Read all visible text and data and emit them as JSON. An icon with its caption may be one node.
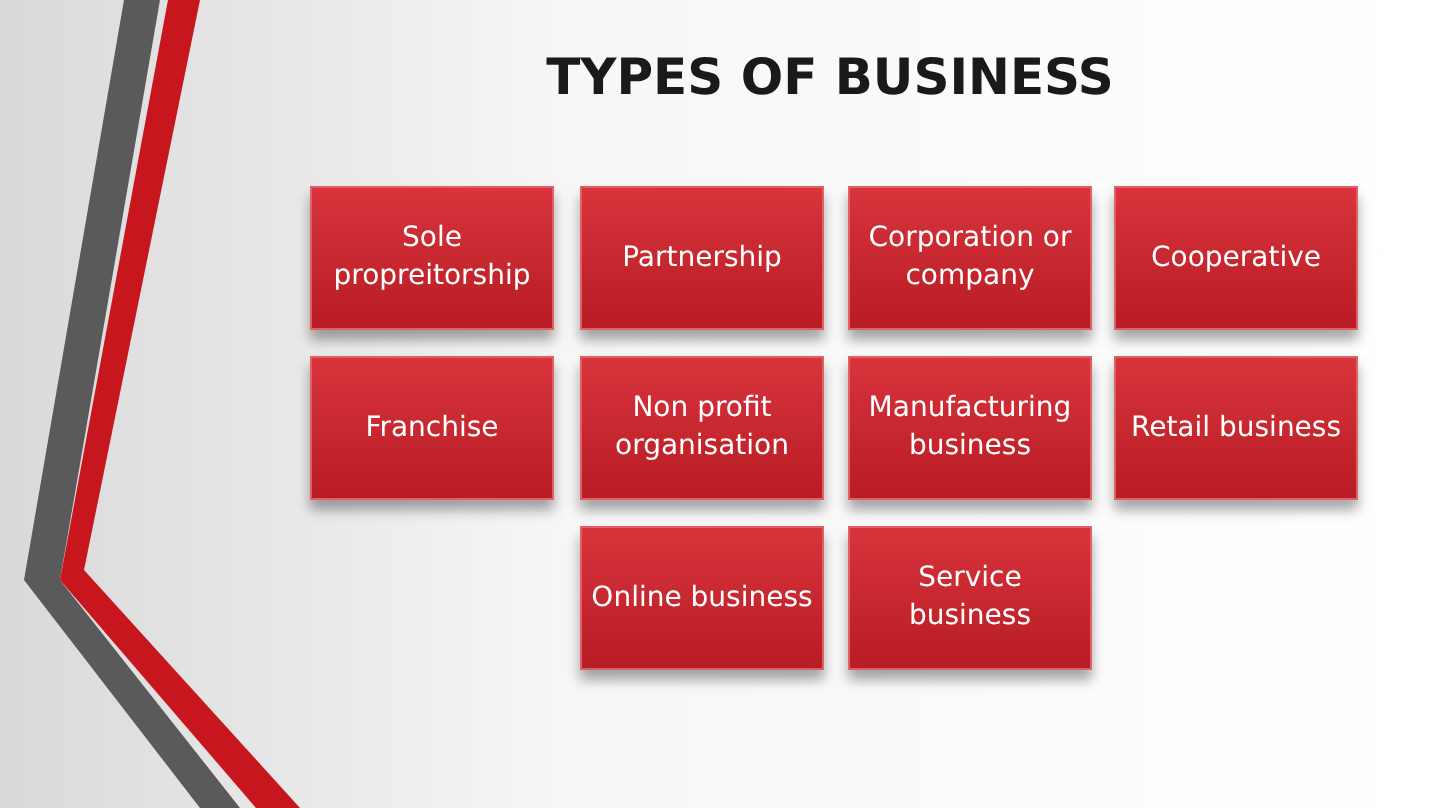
{
  "diagram": {
    "title": "TYPES OF BUSINESS",
    "nodes": [
      {
        "text": [
          "Sole propreitorship"
        ]
      },
      {
        "text": [
          "Partnership"
        ]
      },
      {
        "text": [
          "Corporation or company"
        ]
      },
      {
        "text": [
          "Cooperative"
        ]
      },
      {
        "text": [
          "Franchise"
        ]
      },
      {
        "text": [
          "Non profit organisation"
        ]
      },
      {
        "text": [
          "Manufacturing business"
        ]
      },
      {
        "text": [
          "Retail business"
        ]
      },
      {
        "text": [
          "Online business"
        ]
      },
      {
        "text": [
          "Service business"
        ]
      }
    ]
  }
}
